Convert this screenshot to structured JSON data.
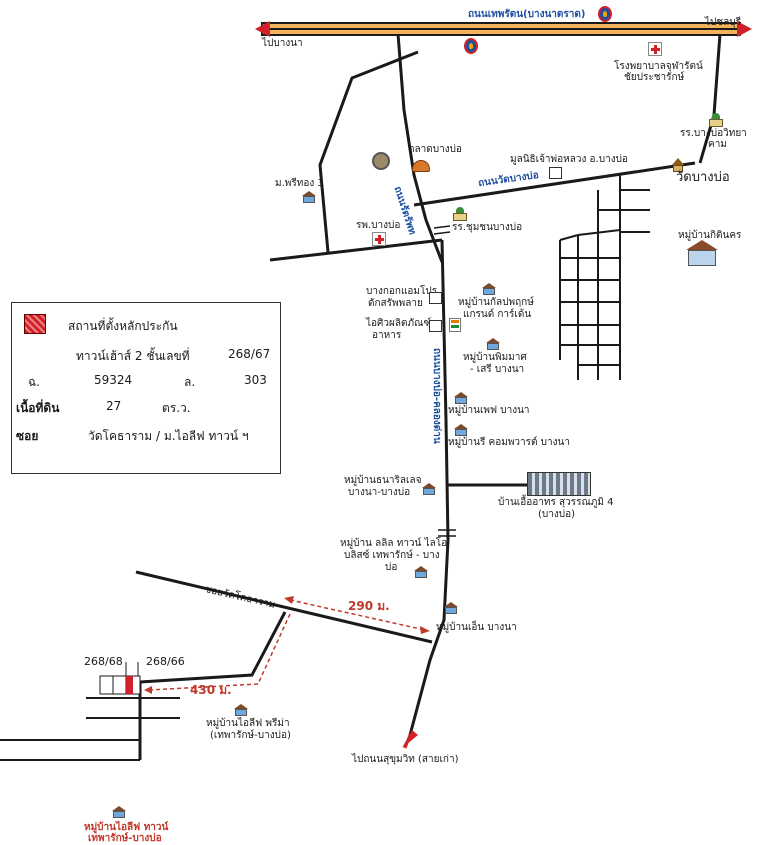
{
  "roads": {
    "top_highway": "ถนนเทพรัตน(บางนาตราด)",
    "to_bangna": "ไปบางนา",
    "to_chonburi": "ไปชลบุรี",
    "wat_bangbo_road": "ถนนวัดบางบ่อ",
    "north_road": "ถนนรัตรัพท",
    "main_road": "ถนนบางบ่อ-คลองด่าน",
    "soi_watkhot": "ซอยวัดโคธาราม",
    "to_sukhumvit": "ไปถนนสุขุมวิท (สายเก่า)"
  },
  "places": {
    "hospital_chularat": "โรงพยาบาลจุฬารัตน์",
    "hospital_chularat_2": "ชัยประชารักษ์",
    "school_bangbo_1": "รร.บางบ่อวิทยา",
    "school_bangbo_2": "คาม",
    "foundation": "มูลนิธิเจ้าพ่อหลวง อ.บางบ่อ",
    "market": "ตลาดบางบ่อ",
    "moo_phrithong": "ม.พรีทอง 3",
    "wat_bangbo": "วัดบางบ่อ",
    "village_kitsukorn": "หมู่บ้านกิตินคร",
    "hospital_bangbo": "รพ.บางบ่อ",
    "school_chumchon": "รร.ชุมชนบางบ่อ",
    "shop1_a": "บางกอกแอมโปร",
    "shop1_b": "ดักสรัพพลาย",
    "shop2_a": "ไอศิวผลิตภัณฑ์",
    "shop2_b": "อาหาร",
    "village_kanlapapruek_a": "หมู่บ้านกัลปพฤกษ์",
    "village_kanlapapruek_b": "แกรนด์ การ์เด้น",
    "village_phimanchai_a": "หมู่บ้านพิมมาศ",
    "village_phimanchai_b": "- เสรี บางนา",
    "village_life_bangna": "หมู่บ้านเพฟ บางนา",
    "village_comfort": "หมู่บ้านรี คอมพวารต์ บางนา",
    "village_thanarit_a": "หมู่บ้านธนาริลเลจ",
    "village_thanarit_b": "บางนา-บางบ่อ",
    "kheha_a": "บ้านเอื้ออาทร สุวรรณภูมิ 4",
    "kheha_b": "(บางบ่อ)",
    "village_lalin_a": "หมู่บ้าน ลลิล ทาวน์ ไลโอ",
    "village_lalin_b": "บลิสซ์ เทพารักษ์ - บาง",
    "village_lalin_c": "บ่อ",
    "village_ensun": "หมู่บ้านเอ็น บางนา",
    "village_ilife_prima_a": "หมู่บ้านไอลีฟ พรีม่า",
    "village_ilife_prima_b": "(เทพารักษ์-บางบ่อ)",
    "village_ilife_town_a": "หมู่บ้านไอลีฟ ทาวน์",
    "village_ilife_town_b": "เทพารักษ์-บางบ่อ"
  },
  "markers": {
    "dist_290": "290 ม.",
    "dist_430": "430 ม.",
    "plot_left": "268/68",
    "plot_right": "268/66"
  },
  "legend": {
    "title": "สถานที่ตั้งหลักประกัน",
    "type_label": "ทาวน์เฮ้าส์ 2 ชั้น",
    "no_label": "เลขที่",
    "no_value": "268/67",
    "chanote_label": "ฉ.",
    "chanote_value": "59324",
    "land_label": "ล.",
    "land_value": "303",
    "area_label": "เนื้อที่ดิน",
    "area_value": "27",
    "area_unit": "ตร.ว.",
    "soi_label": "ซอย",
    "soi_value": "วัดโคธาราม / ม.ไอลีฟ ทาวน์ ฯ"
  },
  "colors": {
    "road": "#1a1a1a",
    "highway_fill": "#f3b35a",
    "marker_red": "#c0392b",
    "road_label_blue": "#1f4fa0"
  }
}
